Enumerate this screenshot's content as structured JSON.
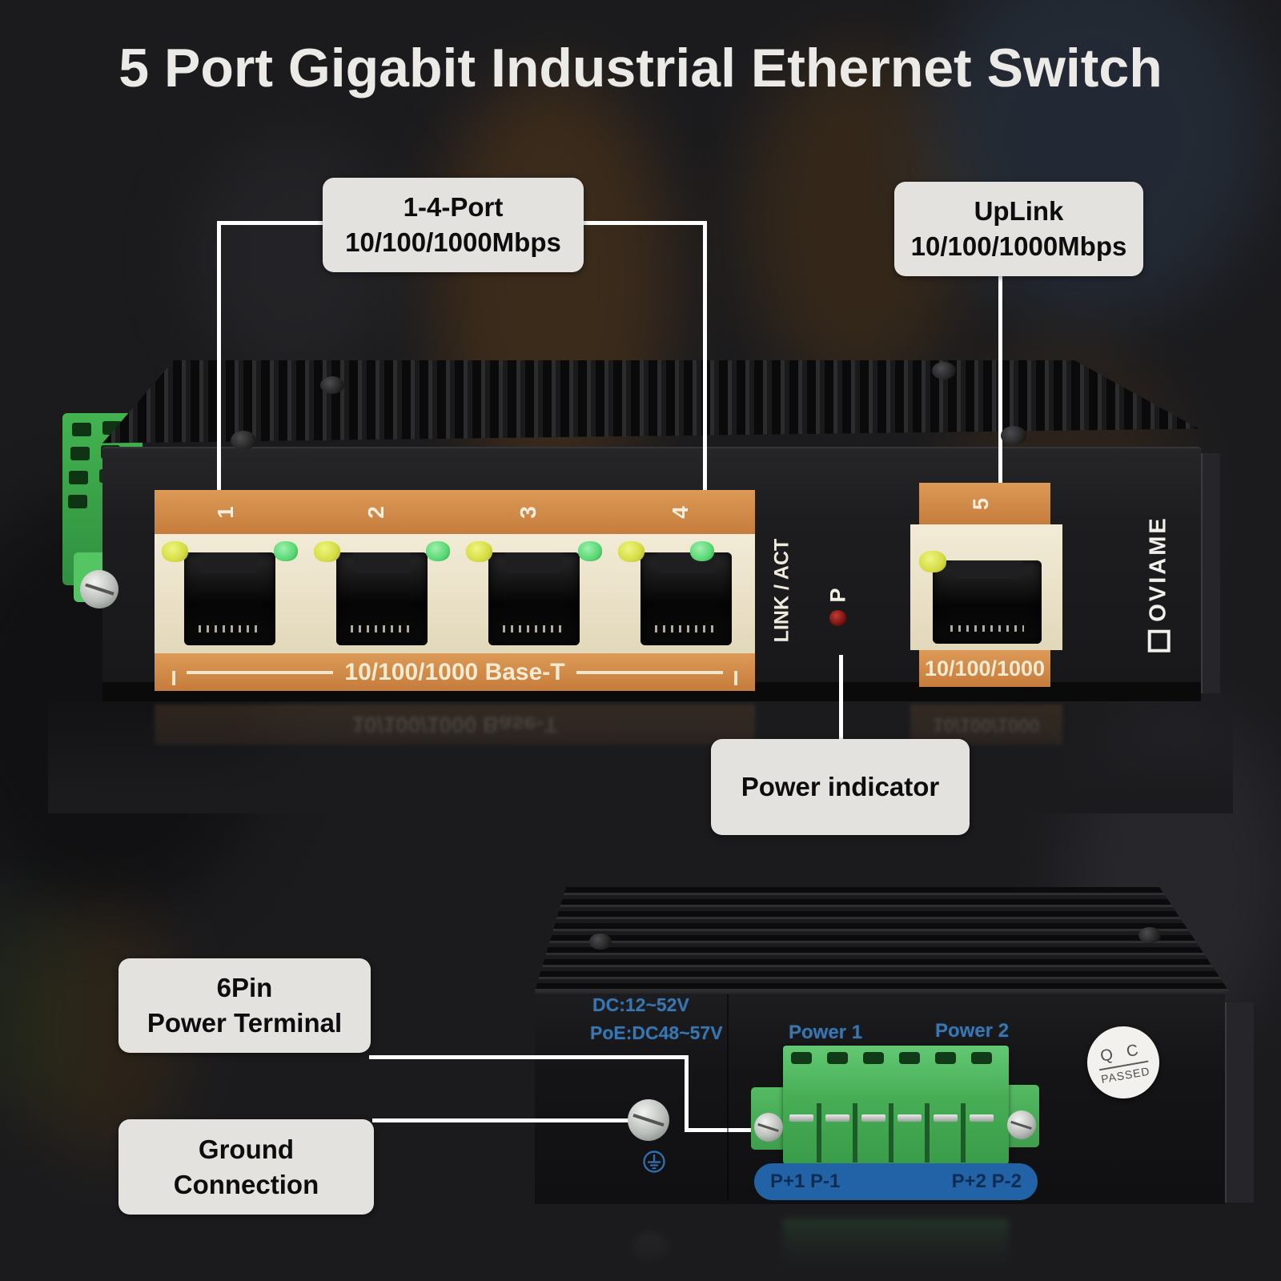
{
  "title": "5 Port Gigabit Industrial Ethernet Switch",
  "callouts": {
    "ports": {
      "line1": "1-4-Port",
      "line2": "10/100/1000Mbps"
    },
    "uplink": {
      "line1": "UpLink",
      "line2": "10/100/1000Mbps"
    },
    "power_indicator": {
      "label": "Power indicator"
    },
    "power_terminal": {
      "line1": "6Pin",
      "line2": "Power Terminal"
    },
    "ground": {
      "line1": "Ground",
      "line2": "Connection"
    }
  },
  "front_panel": {
    "port_numbers": [
      "1",
      "2",
      "3",
      "4"
    ],
    "uplink_port_number": "5",
    "base_t_label": "10/100/1000 Base-T",
    "uplink_speed_label": "10/100/1000",
    "link_act_label": "LINK / ACT",
    "power_led_label": "P",
    "brand": "OVIAME"
  },
  "rear_panel": {
    "dc_label": "DC:12~52V",
    "poe_label": "PoE:DC48~57V",
    "power1_label": "Power 1",
    "power2_label": "Power 2",
    "terminal_pins_left": "P+1  P-1",
    "terminal_pins_right": "P+2  P-2",
    "qc_line1": "Q C",
    "qc_line2": "PASSED"
  },
  "colors": {
    "accent_orange": "#cd8146",
    "led_yellow": "#d8e04a",
    "led_green": "#58d873",
    "led_red": "#7a1113",
    "terminal_green": "#4cb857",
    "label_blue": "#3b76ae",
    "pill_blue": "#2263a8",
    "callout_bg": "#e4e2df",
    "line_white": "#ffffff"
  }
}
